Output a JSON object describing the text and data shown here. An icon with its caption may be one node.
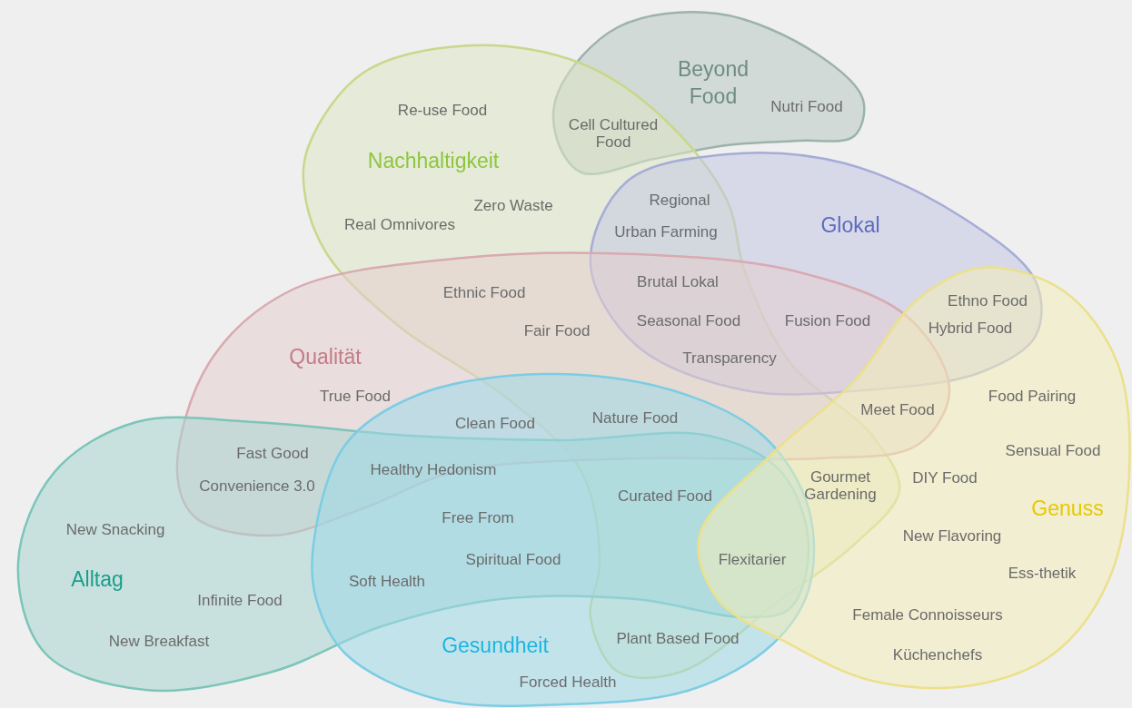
{
  "diagram": {
    "nodes": [
      {
        "text": [
          "Beyond Food"
        ]
      },
      {
        "text": [
          "Nachhaltigkeit"
        ]
      },
      {
        "text": [
          "Glokal"
        ]
      },
      {
        "text": [
          "Qualität"
        ]
      },
      {
        "text": [
          "Alltag"
        ]
      },
      {
        "text": [
          "Gesundheit"
        ]
      },
      {
        "text": [
          "Genuss"
        ]
      }
    ],
    "labels": [
      "Re-use Food",
      "Cell Cultured Food",
      "Nutri Food",
      "Zero Waste",
      "Regional",
      "Real Omnivores",
      "Urban Farming",
      "Brutal Lokal",
      "Ethnic Food",
      "Ethno Food",
      "Seasonal Food",
      "Fusion Food",
      "Fair Food",
      "Hybrid Food",
      "Transparency",
      "True Food",
      "Food Pairing",
      "Meet Food",
      "Nature Food",
      "Clean Food",
      "Sensual Food",
      "Fast Good",
      "Healthy Hedonism",
      "Gourmet Gardening",
      "DIY Food",
      "Convenience 3.0",
      "Curated Food",
      "Free From",
      "New Snacking",
      "New Flavoring",
      "Spiritual Food",
      "Flexitarier",
      "Ess-thetik",
      "Soft Health",
      "Infinite Food",
      "Female Connoisseurs",
      "Plant Based Food",
      "New Breakfast",
      "Küchenchefs",
      "Forced Health"
    ]
  }
}
